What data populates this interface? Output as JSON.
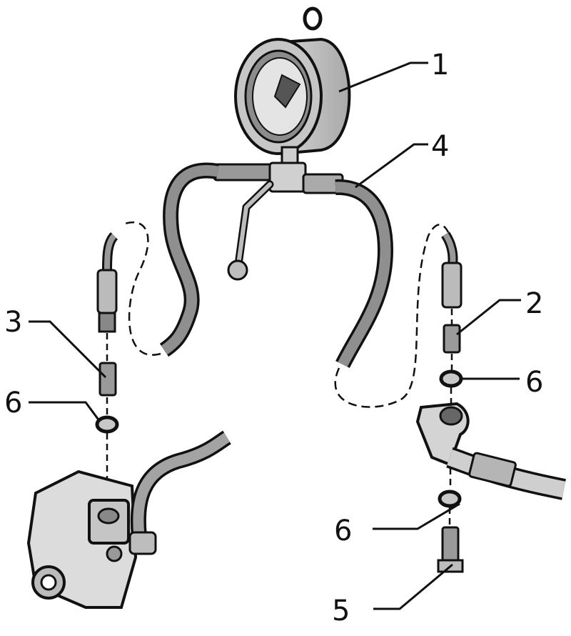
{
  "diagram": {
    "callouts": [
      {
        "id": "c1",
        "label": "1"
      },
      {
        "id": "c2",
        "label": "2"
      },
      {
        "id": "c3",
        "label": "3"
      },
      {
        "id": "c4",
        "label": "4"
      },
      {
        "id": "c5",
        "label": "5"
      },
      {
        "id": "c6a",
        "label": "6"
      },
      {
        "id": "c6b",
        "label": "6"
      },
      {
        "id": "c6c",
        "label": "6"
      }
    ]
  }
}
